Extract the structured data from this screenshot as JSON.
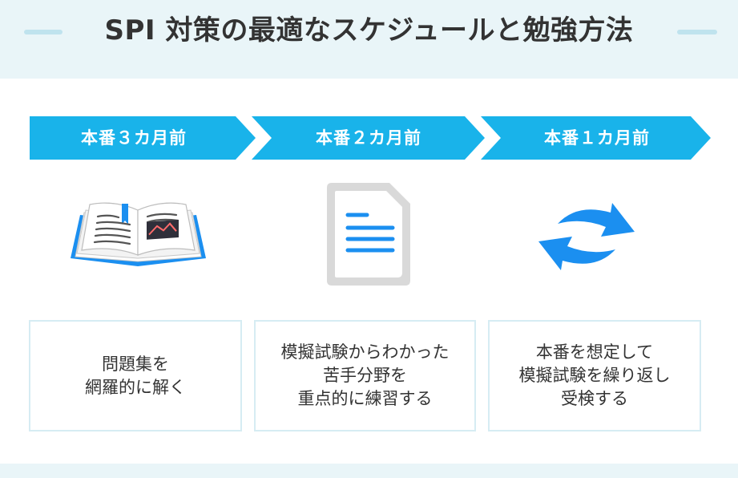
{
  "title": "SPI 対策の最適なスケジュールと勉強方法",
  "colors": {
    "accent": "#19b3ea",
    "header_bg": "#e9f5f8",
    "icon_blue": "#1b8ff0",
    "card_border": "#d6ecf3"
  },
  "steps": [
    {
      "label": "本番３カ月前",
      "icon": "open-book-icon",
      "lines": [
        "問題集を",
        "網羅的に解く"
      ]
    },
    {
      "label": "本番２カ月前",
      "icon": "document-icon",
      "lines": [
        "模擬試験からわかった",
        "苦手分野を",
        "重点的に練習する"
      ]
    },
    {
      "label": "本番１カ月前",
      "icon": "repeat-arrows-icon",
      "lines": [
        "本番を想定して",
        "模擬試験を繰り返し",
        "受検する"
      ]
    }
  ]
}
